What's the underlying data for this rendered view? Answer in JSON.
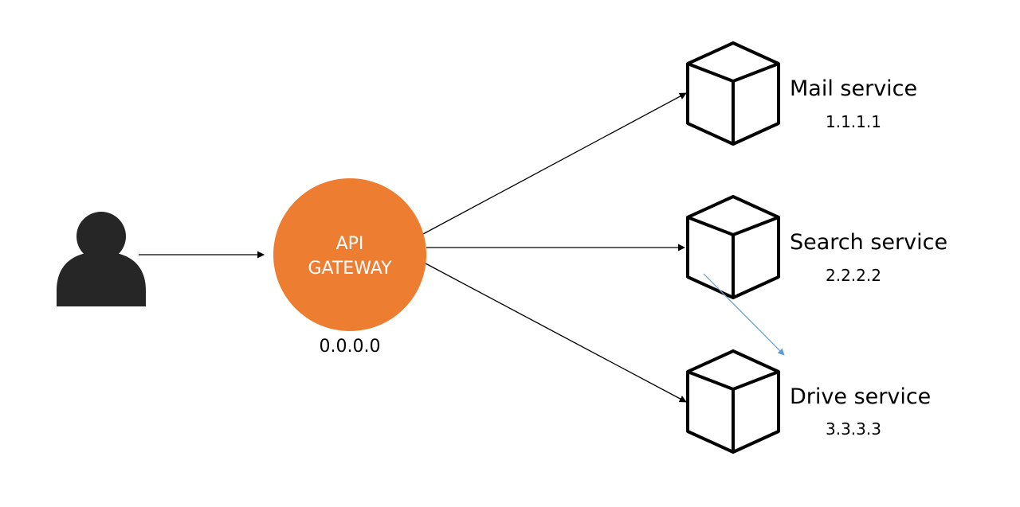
{
  "gateway": {
    "label_line1": "API",
    "label_line2": "GATEWAY",
    "address": "0.0.0.0",
    "fill_color": "#ED7D31",
    "text_color": "#ffffff"
  },
  "user": {
    "icon": "user-icon",
    "color": "#262626"
  },
  "services": [
    {
      "name": "Mail service",
      "address": "1.1.1.1",
      "icon": "cube-icon"
    },
    {
      "name": "Search service",
      "address": "2.2.2.2",
      "icon": "cube-icon"
    },
    {
      "name": "Drive service",
      "address": "3.3.3.3",
      "icon": "cube-icon"
    }
  ],
  "colors": {
    "arrow": "#000000",
    "highlight_arrow": "#5B9BD5"
  }
}
